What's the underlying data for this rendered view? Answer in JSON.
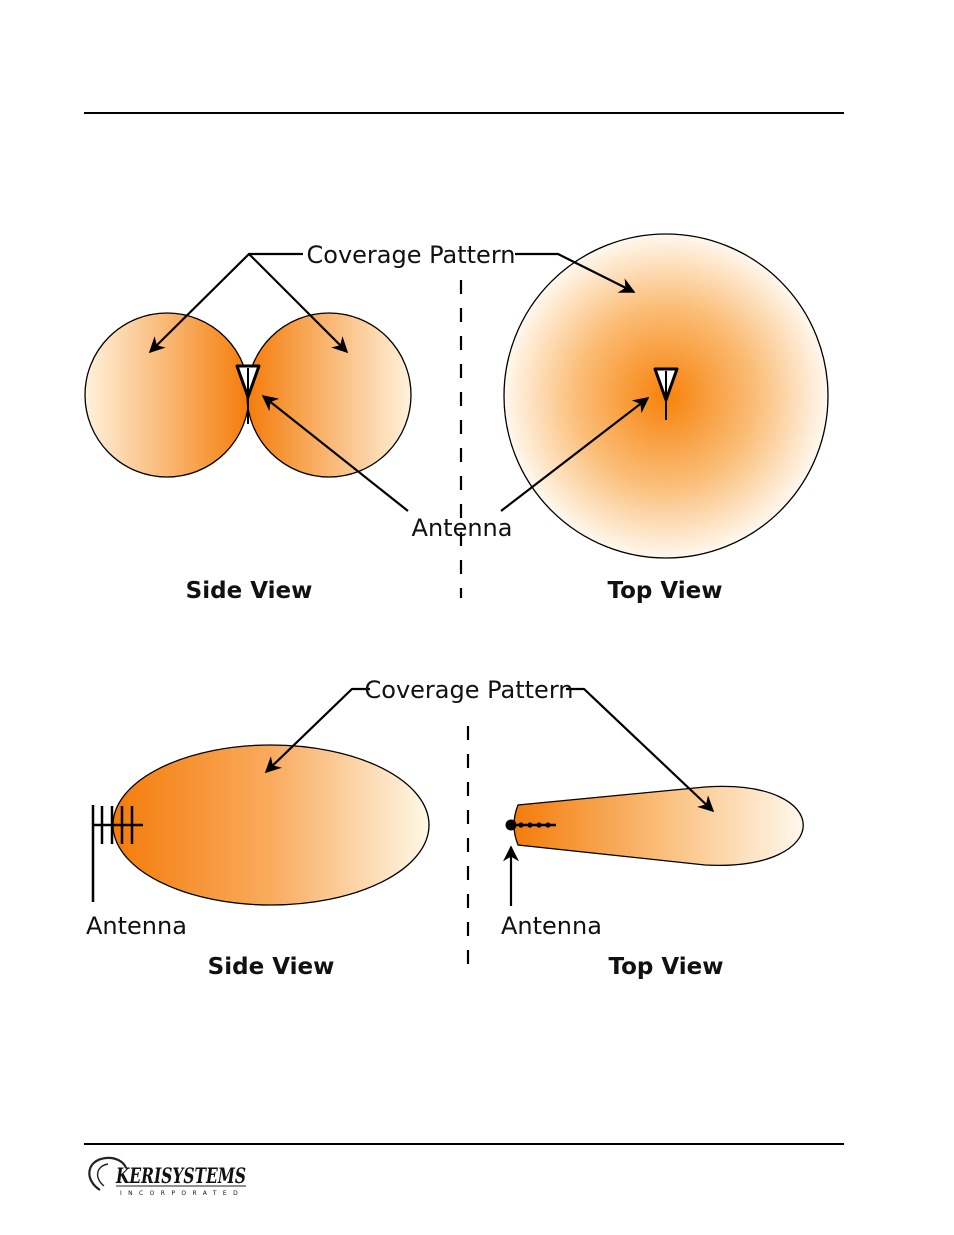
{
  "top_diagram": {
    "coverage_label": "Coverage Pattern",
    "antenna_label": "Antenna",
    "left_caption": "Side View",
    "right_caption": "Top View"
  },
  "bottom_diagram": {
    "coverage_label": "Coverage Pattern",
    "left_antenna_label": "Antenna",
    "right_antenna_label": "Antenna",
    "left_caption": "Side View",
    "right_caption": "Top View"
  },
  "footer": {
    "logo_name": "KERISYSTEMS",
    "logo_sub": "INCORPORATED"
  },
  "colors": {
    "coverage_core": "#f7860f",
    "coverage_edge": "#fff6e4",
    "line": "#000000"
  }
}
